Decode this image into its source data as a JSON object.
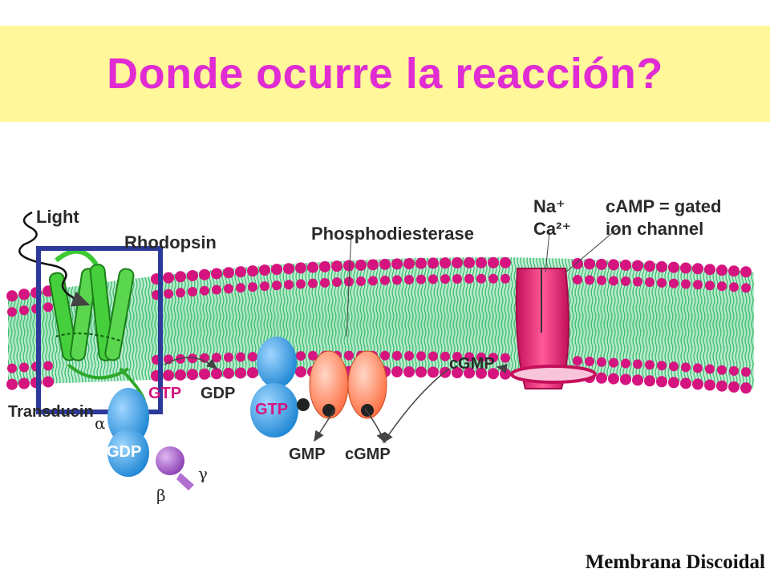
{
  "title": "Donde ocurre la reacción?",
  "footer_label": "Membrana Discoidal",
  "labels": {
    "light": "Light",
    "rhodopsin": "Rhodopsin",
    "transducin": "Transducin",
    "phosphodiesterase": "Phosphodiesterase",
    "na": "Na⁺",
    "ca": "Ca²⁺",
    "camp_line1": "cAMP = gated",
    "camp_line2": "ion channel",
    "gtp_1": "GTP",
    "gdp_1": "GDP",
    "gtp_2": "GTP",
    "gdp_2": "GDP",
    "gmp": "GMP",
    "cgmp_bottom": "cGMP",
    "cgmp_channel": "cGMP",
    "alpha": "α",
    "beta": "β",
    "gamma": "γ"
  },
  "colors": {
    "title": "#e02cd2",
    "title_band": "#fff79a",
    "lipid_head": "#d5147f",
    "lipid_tail": "#27b35a",
    "membrane_fill": "#a9e6c3",
    "rhodopsin": "#39c832",
    "transducin_alpha": "#2f9be0",
    "transducin_beta_gamma": "#a55cc7",
    "phosphodiesterase": "#ff8f6a",
    "ion_channel": "#e51a6d",
    "highlight_box": "#2d3a9a"
  }
}
